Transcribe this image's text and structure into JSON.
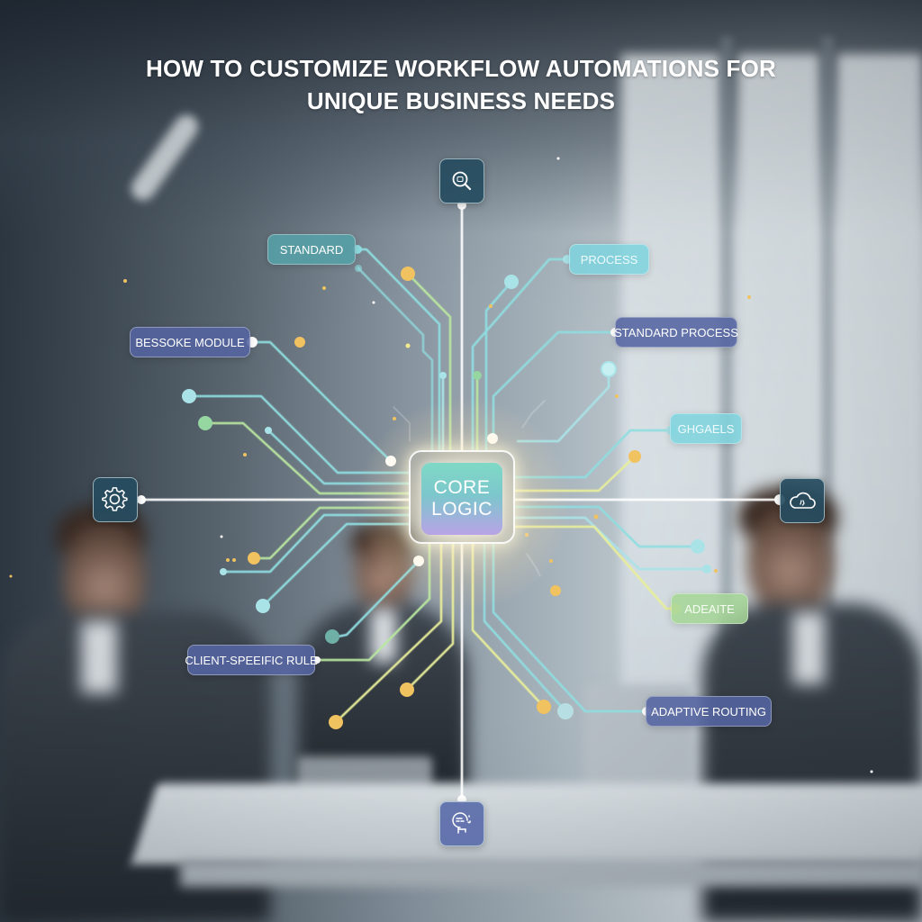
{
  "title": {
    "line1": "HOW TO CUSTOMIZE WORKFLOW AUTOMATIONS FOR",
    "line2": "UNIQUE BUSINESS NEEDS"
  },
  "core": {
    "line1": "CORE",
    "line2": "LOGIC"
  },
  "labels": [
    {
      "text": "STANDARD",
      "style": "teal"
    },
    {
      "text": "BESSOKE MODULE",
      "style": "indigo"
    },
    {
      "text": "PROCESS",
      "style": "cyan"
    },
    {
      "text": "STANDARD PROCESS",
      "style": "indigo"
    },
    {
      "text": "GHGAELS",
      "style": "cyan"
    },
    {
      "text": "ADEAITE",
      "style": "green"
    },
    {
      "text": "CLIENT-SPEEIFIC RULE",
      "style": "indigo"
    },
    {
      "text": "ADAPTIVE ROUTING",
      "style": "indigo"
    }
  ],
  "icons": {
    "top": "search-icon",
    "left": "gear-icon",
    "right": "cloud-icon",
    "bottom": "chat-support-icon"
  },
  "colors": {
    "line_cyan": "#8fdde0",
    "line_green": "#b9e6a0",
    "line_yellow": "#e8ee9a",
    "line_white": "#ffffff",
    "dot_yellow": "#f0c260",
    "dot_green": "#96d6a0",
    "dot_cyan": "#a9e3e8",
    "core_top": "#7fd9c6",
    "core_bottom": "#b8a3e6"
  }
}
